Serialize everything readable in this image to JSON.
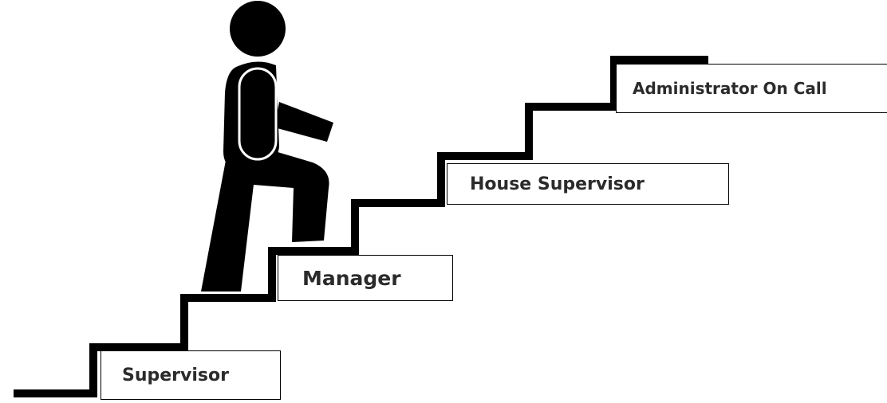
{
  "diagram": {
    "steps": [
      {
        "label": "Supervisor"
      },
      {
        "label": "Manager"
      },
      {
        "label": "House Supervisor"
      },
      {
        "label": "Administrator On Call"
      }
    ],
    "colors": {
      "stair_line": "#000000",
      "figure": "#000000",
      "label_box_border": "#000000",
      "label_text": "#2b2b2b",
      "background": "#ffffff"
    },
    "icons": {
      "figure": "person-climbing-stairs-icon"
    }
  }
}
